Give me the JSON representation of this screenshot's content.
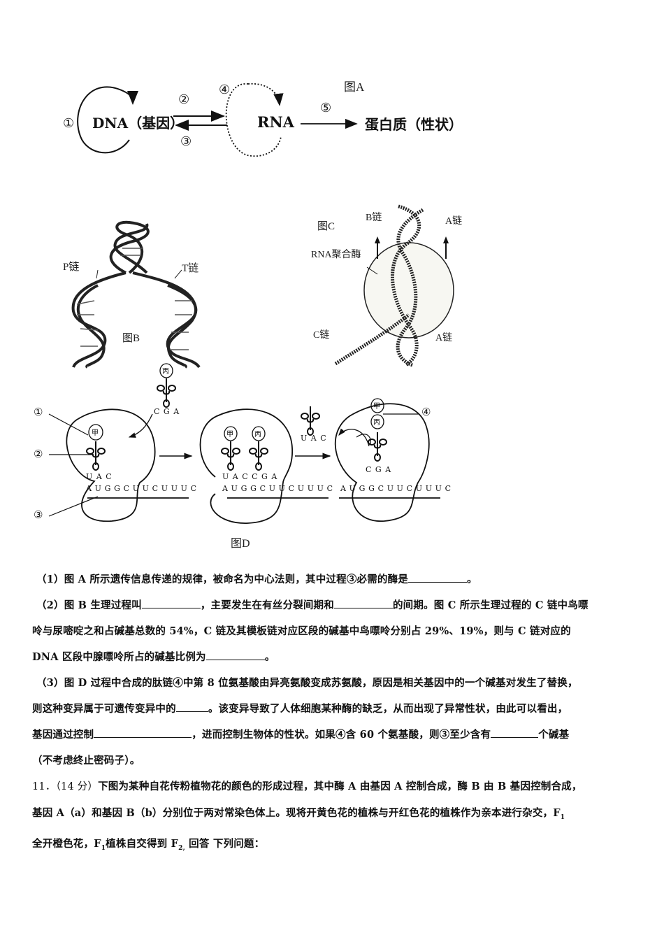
{
  "figure_a": {
    "title": "图A",
    "nodes": {
      "dna": "DNA（基因）",
      "rna": "RNA",
      "protein": "蛋白质（性状）"
    },
    "process_labels": {
      "p1": "①",
      "p2": "②",
      "p3": "③",
      "p4": "④",
      "p5": "⑤"
    }
  },
  "figure_b": {
    "title": "图B",
    "labels": {
      "p_strand": "P链",
      "t_strand": "T链"
    }
  },
  "figure_c": {
    "title": "图C",
    "labels": {
      "b_strand": "B链",
      "a_strand_top": "A链",
      "rna_polymerase": "RNA聚合酶",
      "c_strand": "C链",
      "a_strand_bottom": "A链"
    }
  },
  "figure_d": {
    "title": "图D",
    "markers": {
      "m1": "①",
      "m2": "②",
      "m3": "③",
      "m4": "④"
    },
    "amino_acids": {
      "jia": "甲",
      "bing": "丙"
    },
    "panel1": {
      "free_anticodon": "C G A",
      "bound_anticodon": "U A C",
      "mrna": "A U G G C U U C U U U C"
    },
    "panel2": {
      "bound_anticodons": "U A C C G A",
      "mrna": "A U G G C U U C U U U C"
    },
    "panel3": {
      "free_anticodon": "U A C",
      "bound_anticodon": "C G A",
      "mrna": "A U G G C U U C U U U C"
    }
  },
  "questions": {
    "q1": {
      "prefix": "（1）图 A 所示遗传信息传递的规律，被命名为中心法则，其中过程③必需的酶是",
      "suffix": "。"
    },
    "q2": {
      "line1_a": "（2）图 B 生理过程叫",
      "line1_b": "，主要发生在有丝分裂间期和",
      "line1_c": "的间期。图 C 所示生理过程的 C 链中鸟嘌",
      "line2": "呤与尿嘧啶之和占碱基总数的 54%，C 链及其模板链对应区段的碱基中鸟嘌呤分别占 29%、19%，则与 C 链对应的",
      "line3_a": "DNA 区段中腺嘌呤所占的碱基比例为",
      "line3_b": "。"
    },
    "q3": {
      "line1": "（3）图 D 过程中合成的肽链④中第 8 位氨基酸由异亮氨酸变成苏氨酸，原因是相关基因中的一个碱基对发生了替换，",
      "line2_a": "则这种变异属于可遗传变异中的",
      "line2_b": "。该变异导致了人体细胞某种酶的缺乏，从而出现了异常性状，由此可以看出，",
      "line3_a": "基因通过控制",
      "line3_b": "，进而控制生物体的性状。如果④含 60 个氨基酸，则③至少含有",
      "line3_c": "个碱基",
      "line4": "（不考虑终止密码子）。"
    },
    "q11": {
      "number": "11．",
      "score": "（14 分）",
      "line1": "下图为某种自花传粉植物花的颜色的形成过程，其中酶 A 由基因 A 控制合成，酶 B 由 B 基因控制合成，",
      "line2_a": "基因 A（a）和基因 B（b）分别位于两对常染色体上。现将开黄色花的植株与开红色花的植株作为亲本进行杂交，F",
      "line2_sub": "1",
      "line3_a": "全开橙色花，F",
      "line3_sub1": "1",
      "line3_b": "植株自交得到 F",
      "line3_sub2": "2,",
      "line3_c": " 回答 下列问题："
    }
  }
}
